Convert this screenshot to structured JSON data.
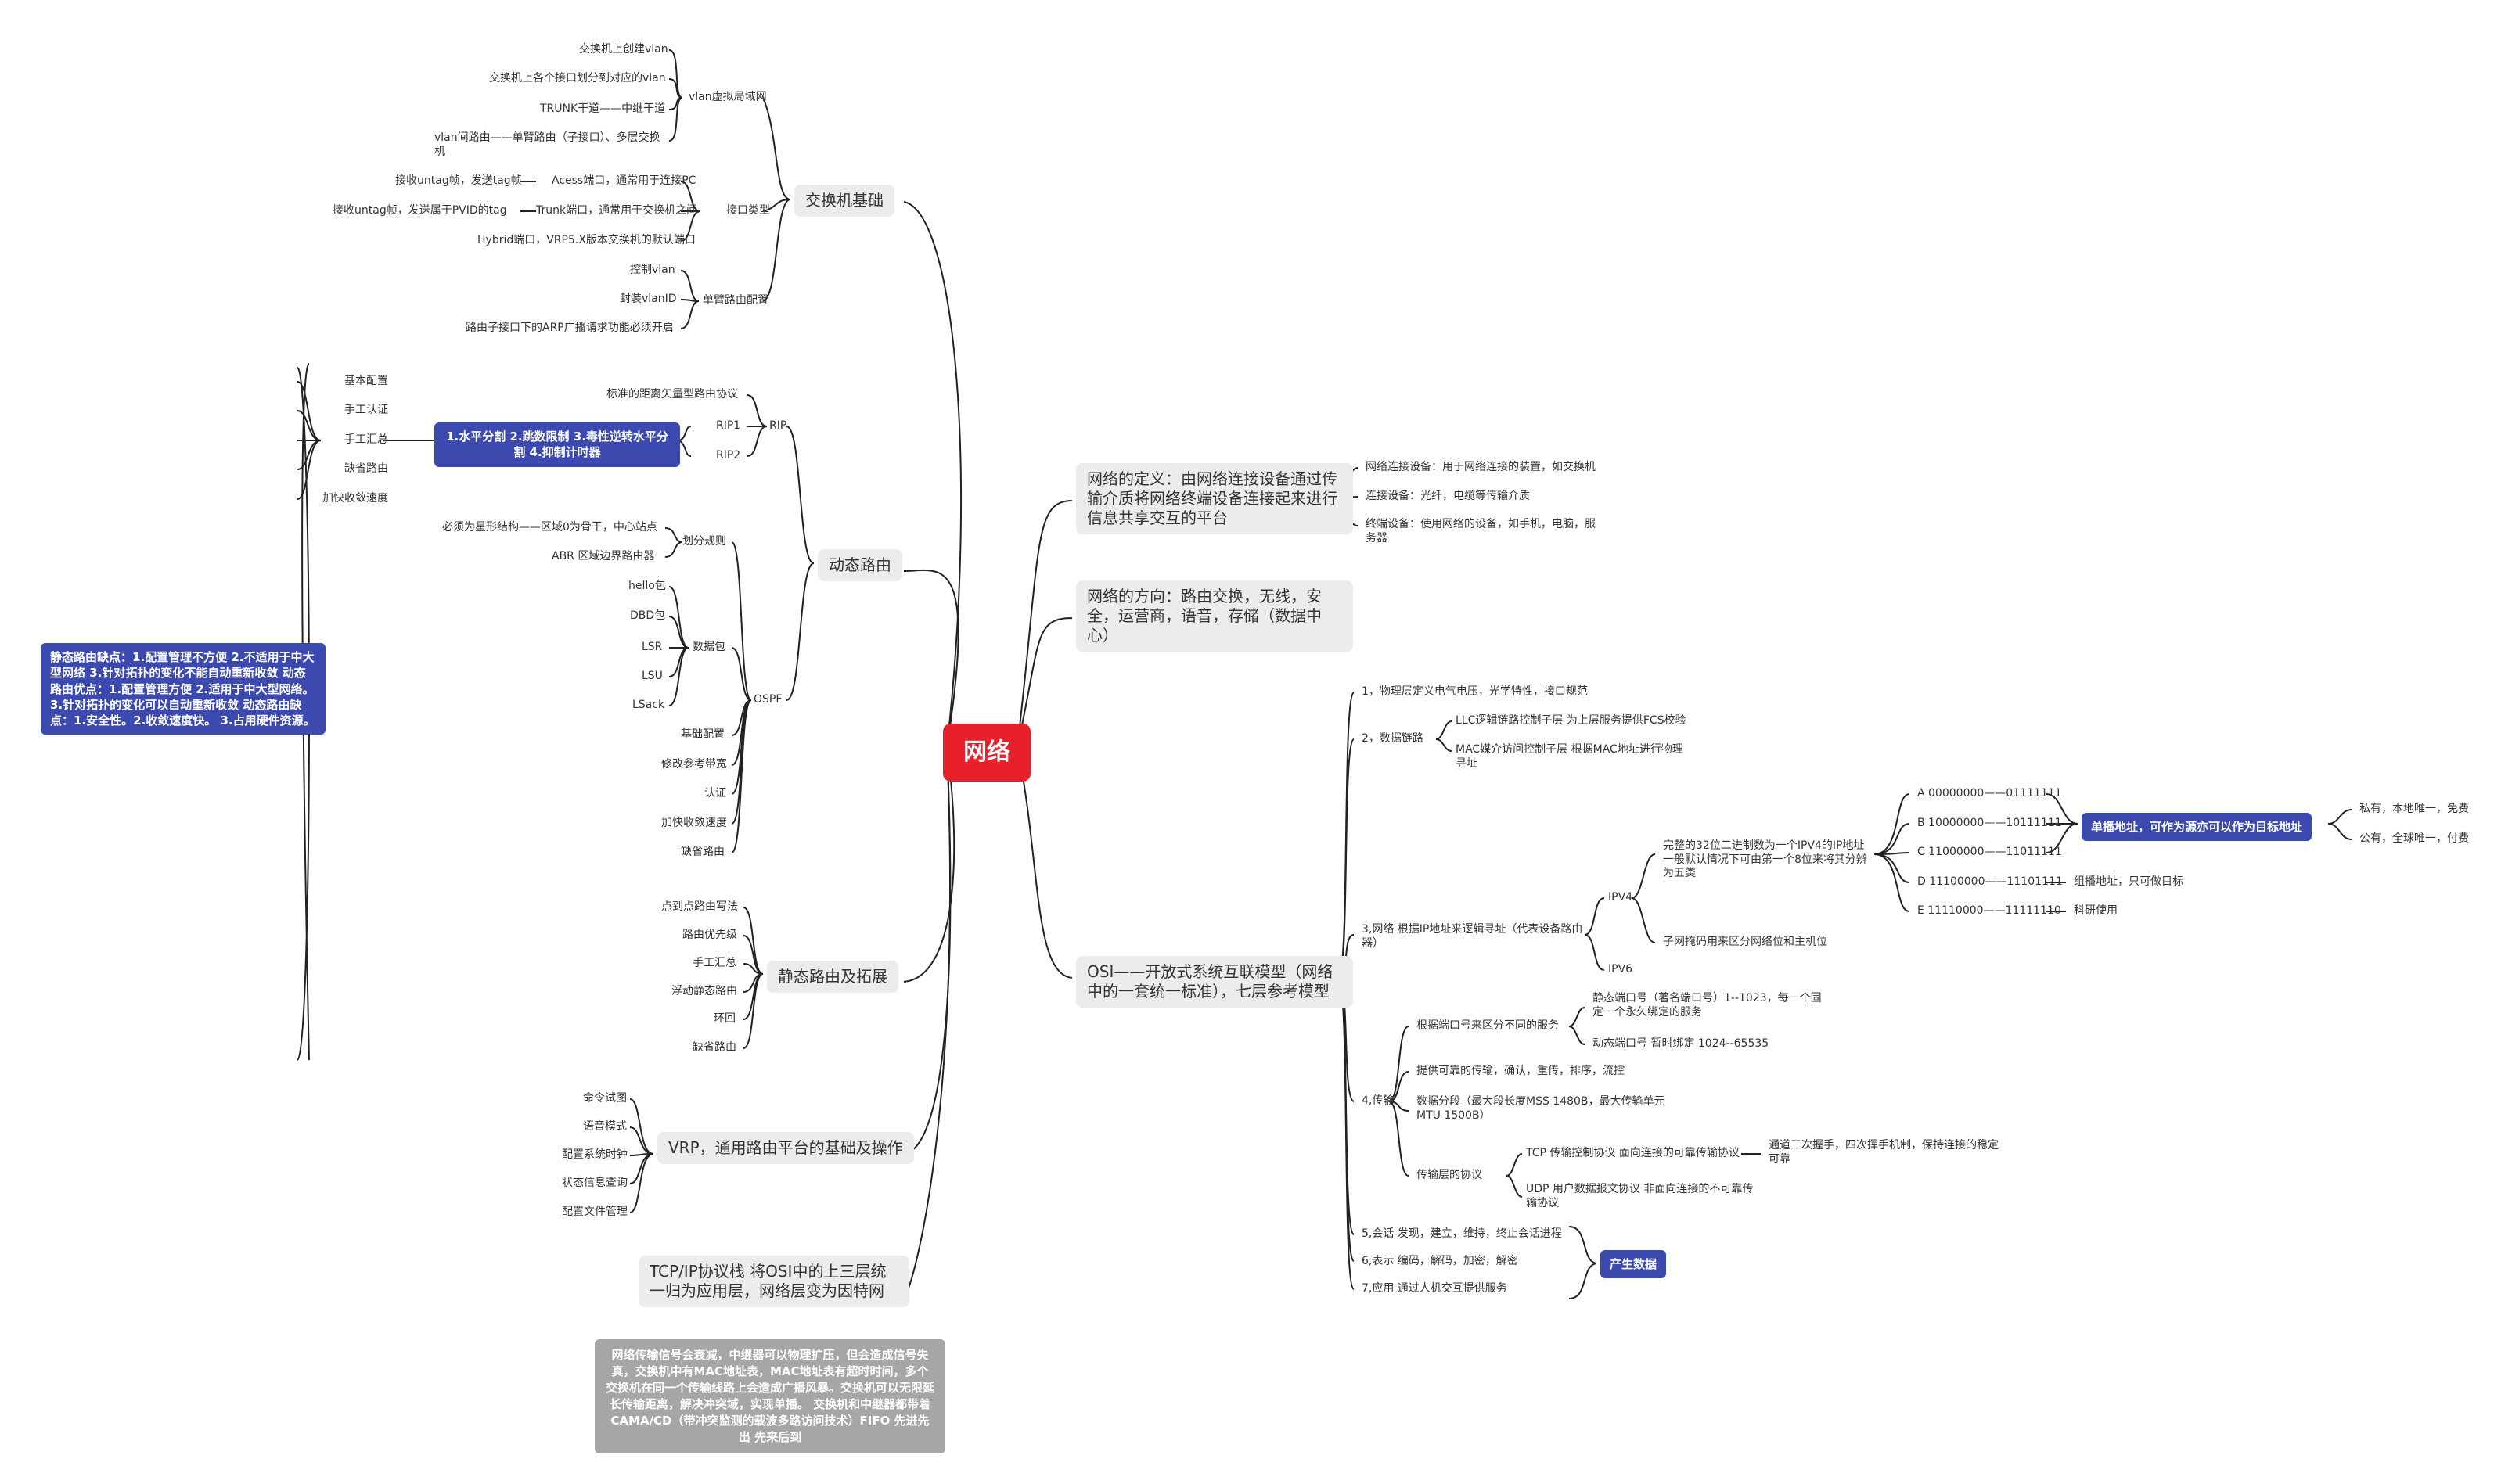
{
  "root": "网络",
  "switch": {
    "title": "交换机基础",
    "vlan": {
      "label": "vlan虚拟局域网",
      "items": [
        "交换机上创建vlan",
        "交换机上各个接口划分到对应的vlan",
        "TRUNK干道——中继干道",
        "vlan间路由——单臂路由（子接口）、多层交换机"
      ]
    },
    "port": {
      "label": "接口类型",
      "access": "Acess端口，通常用于连接PC",
      "access_note": "接收untag帧，发送tag帧",
      "trunk": "Trunk端口，通常用于交换机之间",
      "trunk_note": "接收untag帧，发送属于PVID的tag",
      "hybrid": "Hybrid端口，VRP5.X版本交换机的默认端口"
    },
    "oneArm": {
      "label": "单臂路由配置",
      "items": [
        "控制vlan",
        "封装vlanID",
        "路由子接口下的ARP广播请求功能必须开启"
      ]
    }
  },
  "dynamic": {
    "title": "动态路由",
    "rip": {
      "label": "RIP",
      "desc": "标准的距离矢量型路由协议",
      "rip1": "RIP1",
      "rip2": "RIP2",
      "blue": "1.水平分割 2.跳数限制 3.毒性逆转水平分割 4.抑制计时器",
      "items": [
        "基本配置",
        "手工认证",
        "手工汇总",
        "缺省路由",
        "加快收敛速度"
      ]
    },
    "ospf": {
      "label": "OSPF",
      "division": {
        "label": "划分规则",
        "items": [
          "必须为星形结构——区域0为骨干，中心站点",
          "ABR 区域边界路由器"
        ]
      },
      "packets": {
        "label": "数据包",
        "items": [
          "hello包",
          "DBD包",
          "LSR",
          "LSU",
          "LSack"
        ]
      },
      "items": [
        "基础配置",
        "修改参考带宽",
        "认证",
        "加快收敛速度",
        "缺省路由"
      ]
    }
  },
  "static": {
    "title": "静态路由及拓展",
    "items": [
      "点到点路由写法",
      "路由优先级",
      "手工汇总",
      "浮动静态路由",
      "环回",
      "缺省路由"
    ]
  },
  "leftBlue": "静态路由缺点：1.配置管理不方便 2.不适用于中大型网络 3.针对拓扑的变化不能自动重新收敛 动态路由优点：1.配置管理方便 2.适用于中大型网络。 3.针对拓扑的变化可以自动重新收敛 动态路由缺点：1.安全性。2.收敛速度快。 3.占用硬件资源。",
  "vrp": {
    "title": "VRP，通用路由平台的基础及操作",
    "items": [
      "命令试图",
      "语音模式",
      "配置系统时钟",
      "状态信息查询",
      "配置文件管理"
    ]
  },
  "tcpip": {
    "title": "TCP/IP协议栈 将OSI中的上三层统一归为应用层，网络层变为因特网"
  },
  "greyNote": "网络传输信号会衰减，中继器可以物理扩压，但会造成信号失真，交换机中有MAC地址表，MAC地址表有超时时间，多个交换机在同一个传输线路上会造成广播风暴。交换机可以无限延长传输距离，解决冲突域，实现单播。 交换机和中继器都带着CAMA/CD（带冲突监测的载波多路访问技术）FIFO 先进先出 先来后到",
  "definition": {
    "title": "网络的定义：由网络连接设备通过传输介质将网络终端设备连接起来进行信息共享交互的平台",
    "items": [
      "网络连接设备：用于网络连接的装置，如交换机",
      "连接设备：光纤，电缆等传输介质",
      "终端设备：使用网络的设备，如手机，电脑，服务器"
    ]
  },
  "direction": {
    "title": "网络的方向：路由交换，无线，安全，运营商，语音，存储（数据中心）"
  },
  "osi": {
    "title": "OSI——开放式系统互联模型（网络中的一套统一标准），七层参考模型",
    "l1": "1，物理层定义电气电压，光学特性，接口规范",
    "l2": {
      "label": "2，数据链路",
      "items": [
        "LLC逻辑链路控制子层 为上层服务提供FCS校验",
        "MAC媒介访问控制子层 根据MAC地址进行物理寻址"
      ]
    },
    "l3": {
      "label": "3,网络 根据IP地址来逻辑寻址（代表设备路由器）",
      "ipv4": "IPV4",
      "ipv6": "IPV6",
      "ipv4desc": "完整的32位二进制数为一个IPV4的IP地址 一般默认情况下可由第一个8位来将其分辨为五类",
      "mask": "子网掩码用来区分网络位和主机位",
      "classes": [
        "A 00000000——01111111",
        "B 10000000——10111111",
        "C 11000000——11011111",
        "D 11100000——11101111",
        "E 11110000——11111110"
      ],
      "unicast": "单播地址，可作为源亦可以作为目标地址",
      "private": "私有，本地唯一，免费",
      "public": "公有，全球唯一，付费",
      "multicast": "组播地址，只可做目标",
      "research": "科研使用"
    },
    "l4": {
      "label": "4,传输",
      "portRule": "根据端口号来区分不同的服务",
      "wellKnown": "静态端口号（著名端口号）1--1023，每一个固定一个永久绑定的服务",
      "dynamicPort": "动态端口号 暂时绑定 1024--65535",
      "reliable": "提供可靠的传输，确认，重传，排序，流控",
      "segment": "数据分段（最大段长度MSS 1480B，最大传输单元MTU 1500B）",
      "proto": "传输层的协议",
      "tcp": "TCP 传输控制协议 面向连接的可靠传输协议",
      "tcpNote": "通道三次握手，四次挥手机制，保持连接的稳定可靠",
      "udp": "UDP 用户数据报文协议 非面向连接的不可靠传输协议"
    },
    "l5": "5,会话 发现，建立，维持，终止会话进程",
    "l6": "6,表示 编码，解码，加密，解密",
    "l7": "7,应用 通过人机交互提供服务",
    "generate": "产生数据"
  },
  "colors": {
    "root": "#e8202a",
    "blue": "#3c4ab0",
    "grey": "#a6a6a6",
    "line": "#222222",
    "main_bg": "#ececec"
  }
}
